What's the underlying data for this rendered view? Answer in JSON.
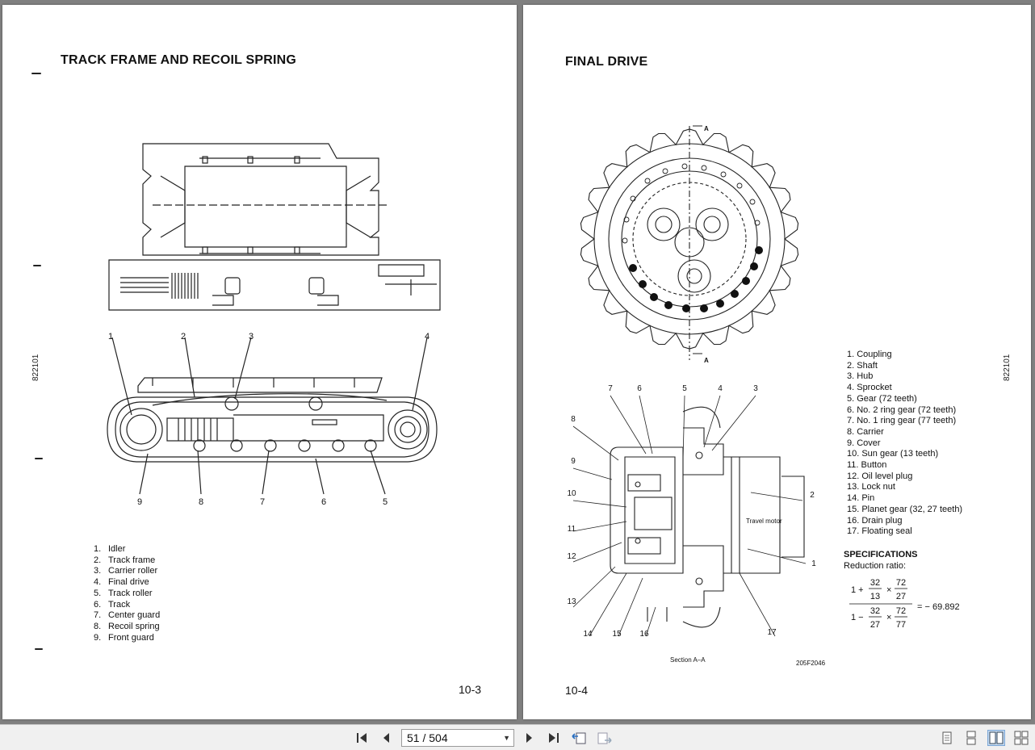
{
  "left_page": {
    "title": "TRACK FRAME AND RECOIL SPRING",
    "side_code": "822101",
    "page_number": "10-3",
    "callouts": [
      "1",
      "2",
      "3",
      "4",
      "9",
      "8",
      "7",
      "6",
      "5"
    ],
    "legend": [
      {
        "n": "1.",
        "label": "Idler"
      },
      {
        "n": "2.",
        "label": "Track frame"
      },
      {
        "n": "3.",
        "label": "Carrier roller"
      },
      {
        "n": "4.",
        "label": "Final drive"
      },
      {
        "n": "5.",
        "label": "Track roller"
      },
      {
        "n": "6.",
        "label": "Track"
      },
      {
        "n": "7.",
        "label": "Center guard"
      },
      {
        "n": "8.",
        "label": "Recoil spring"
      },
      {
        "n": "9.",
        "label": "Front guard"
      }
    ]
  },
  "right_page": {
    "title": "FINAL DRIVE",
    "side_code": "822101",
    "page_number": "10-4",
    "section_marker": "A",
    "section_label": "Section A–A",
    "figure_code": "205F2046",
    "travel_motor_label": "Travel motor",
    "callouts": [
      "7",
      "6",
      "5",
      "4",
      "3",
      "8",
      "9",
      "10",
      "11",
      "12",
      "13",
      "14",
      "15",
      "16",
      "17",
      "2",
      "1"
    ],
    "parts": [
      "1. Coupling",
      "2. Shaft",
      "3. Hub",
      "4. Sprocket",
      "5. Gear (72 teeth)",
      "6. No. 2 ring gear (72 teeth)",
      "7. No. 1 ring gear (77 teeth)",
      "8. Carrier",
      "9. Cover",
      "10. Sun gear (13 teeth)",
      "11. Button",
      "12. Oil level plug",
      "13. Lock nut",
      "14. Pin",
      "15. Planet gear (32, 27 teeth)",
      "16. Drain plug",
      "17. Floating seal"
    ],
    "specifications": {
      "heading": "SPECIFICATIONS",
      "subheading": "Reduction ratio:",
      "num_prefix": "1 +",
      "den_prefix": "1 −",
      "f1_num": "32",
      "f1_den": "13",
      "f2_num": "72",
      "f2_den": "27",
      "f3_num": "32",
      "f3_den": "27",
      "f4_num": "72",
      "f4_den": "77",
      "times": "×",
      "result": "= − 69.892"
    }
  },
  "toolbar": {
    "page_indicator": "51 / 504",
    "icons": [
      "first-page-icon",
      "previous-page-icon",
      "next-page-icon",
      "last-page-icon",
      "previous-view-icon",
      "next-view-icon",
      "single-page-icon",
      "continuous-icon",
      "facing-icon",
      "facing-continuous-icon"
    ]
  }
}
